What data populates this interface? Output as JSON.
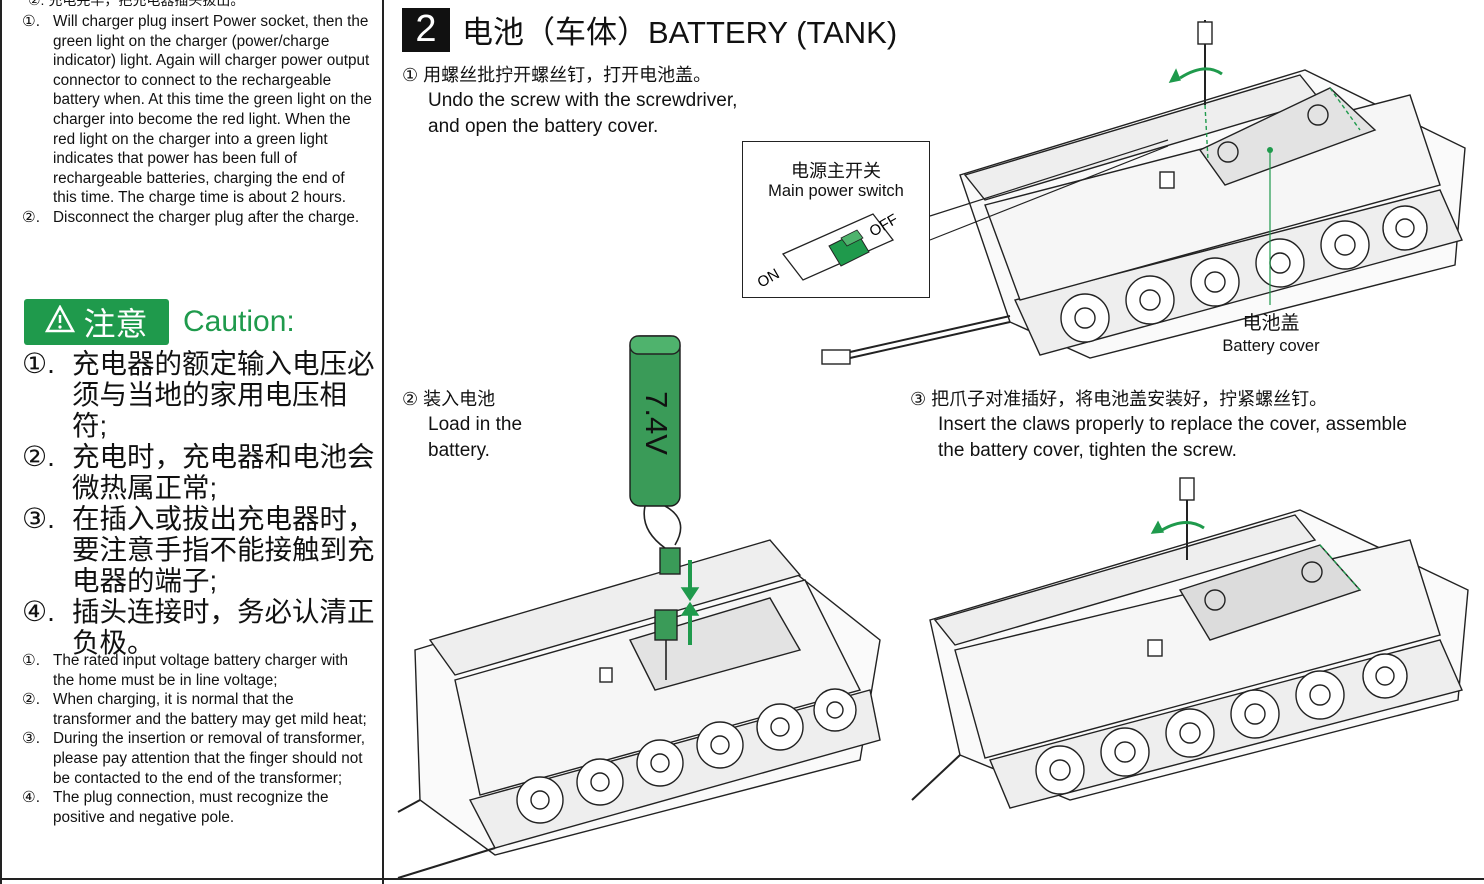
{
  "left_column": {
    "charging_steps": [
      {
        "num": "①.",
        "text": "Will charger plug insert Power socket, then the green light on the charger (power/charge indicator) light. Again will charger power output connector to connect to the rechargeable battery when. At this time the green light on the charger into become the red light. When the red light on the charger into a green light indicates that power has been full of rechargeable batteries, charging the end of this time. The charge time is about 2 hours."
      },
      {
        "num": "②.",
        "text": "Disconnect the charger plug after the charge."
      }
    ],
    "caution": {
      "badge_label": "注意",
      "en_label": "Caution:",
      "zh_items": [
        {
          "num": "①.",
          "text": "充电器的额定输入电压必须与当地的家用电压相符;"
        },
        {
          "num": "②.",
          "text": "充电时，充电器和电池会微热属正常;"
        },
        {
          "num": "③.",
          "text": "在插入或拔出充电器时，要注意手指不能接触到充电器的端子;"
        },
        {
          "num": "④.",
          "text": "插头连接时，务必认清正负极。"
        }
      ],
      "en_items": [
        {
          "num": "①.",
          "text": "The rated input voltage battery charger with the home must be in line voltage;"
        },
        {
          "num": "②.",
          "text": "When charging, it is normal that the transformer and the battery may get mild heat;"
        },
        {
          "num": "③.",
          "text": "During the insertion or removal of transformer, please pay attention that the finger should not be contacted to the end of the transformer;"
        },
        {
          "num": "④.",
          "text": "The plug connection, must recognize the positive and negative pole."
        }
      ]
    }
  },
  "section": {
    "number": "2",
    "title": "电池（车体）BATTERY (TANK)",
    "steps": [
      {
        "zh": "① 用螺丝批拧开螺丝钉，打开电池盖。",
        "en_lines": [
          "Undo the screw with the screwdriver,",
          "and open the battery cover."
        ]
      },
      {
        "zh": "② 装入电池",
        "en_lines": [
          "Load in the",
          "battery."
        ]
      },
      {
        "zh": "③ 把爪子对准插好，将电池盖安装好，拧紧螺丝钉。",
        "en_lines": [
          "Insert the claws properly to replace the cover, assemble",
          "the battery cover, tighten the screw."
        ]
      }
    ],
    "callout": {
      "zh": "电源主开关",
      "en": "Main power switch",
      "on_label": "ON",
      "off_label": "OFF"
    },
    "battery_cover_label": {
      "zh": "电池盖",
      "en": "Battery cover"
    },
    "battery_voltage_label": "7.4V",
    "accent_color": "#1f9a4c"
  }
}
